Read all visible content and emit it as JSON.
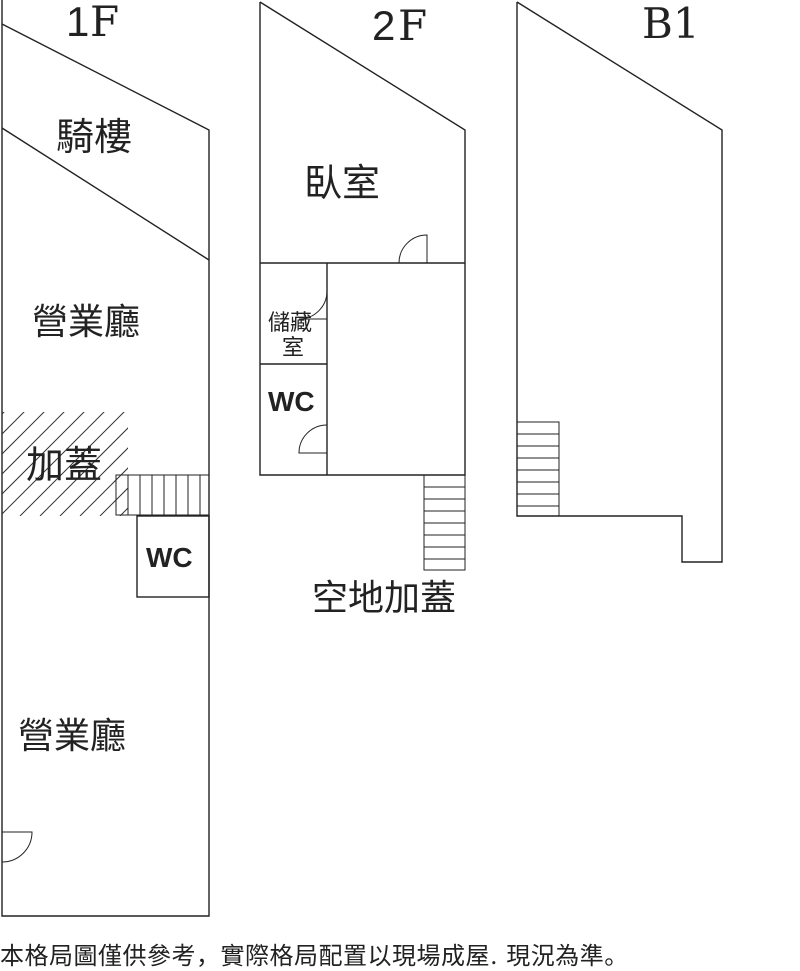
{
  "floors": {
    "f1": {
      "label_num": "1",
      "label_f": "F",
      "rooms": {
        "arcade": "騎樓",
        "hall_upper": "營業廳",
        "extension": "加蓋",
        "wc": "WC",
        "hall_lower": "營業廳"
      }
    },
    "f2": {
      "label_num": "2",
      "label_f": "F",
      "rooms": {
        "bedroom": "臥室",
        "storage_line1": "儲藏",
        "storage_line2": "室",
        "wc": "WC",
        "open_extension": "空地加蓋"
      }
    },
    "b1": {
      "label": "B1"
    }
  },
  "disclaimer": "本格局圖僅供參考，實際格局配置以現場成屋. 現況為準。",
  "colors": {
    "line": "#222222",
    "background": "#ffffff"
  }
}
